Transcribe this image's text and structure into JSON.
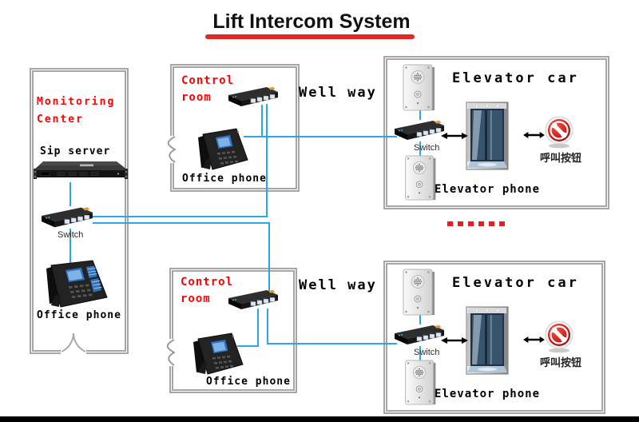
{
  "title": "Lift Intercom System",
  "colors": {
    "red_text": "#fe0000",
    "title_underline": "#e32722",
    "connection_line": "#2aa7e8",
    "box_border": "#a6a6a6",
    "separator_dash": "#e51d20",
    "call_button_red": "#c3161c"
  },
  "monitoring_center": {
    "name_line1": "Monitoring",
    "name_line2": "Center",
    "sip_server_label": "Sip server",
    "switch_label": "Switch",
    "office_phone_label": "Office phone"
  },
  "control_rooms": [
    {
      "name_line1": "Control",
      "name_line2": "room",
      "office_phone_label": "Office phone"
    },
    {
      "name_line1": "Control",
      "name_line2": "room",
      "office_phone_label": "Office phone"
    }
  ],
  "well_ways": [
    {
      "label": "Well way"
    },
    {
      "label": "Well way"
    }
  ],
  "elevator_cars": [
    {
      "title": "Elevator car",
      "switch_label": "Switch",
      "elevator_phone_label": "Elevator phone",
      "call_button_label": "呼叫按钮"
    },
    {
      "title": "Elevator car",
      "switch_label": "Switch",
      "elevator_phone_label": "Elevator phone",
      "call_button_label": "呼叫按钮"
    }
  ],
  "separator": {
    "dash_count": 6
  }
}
